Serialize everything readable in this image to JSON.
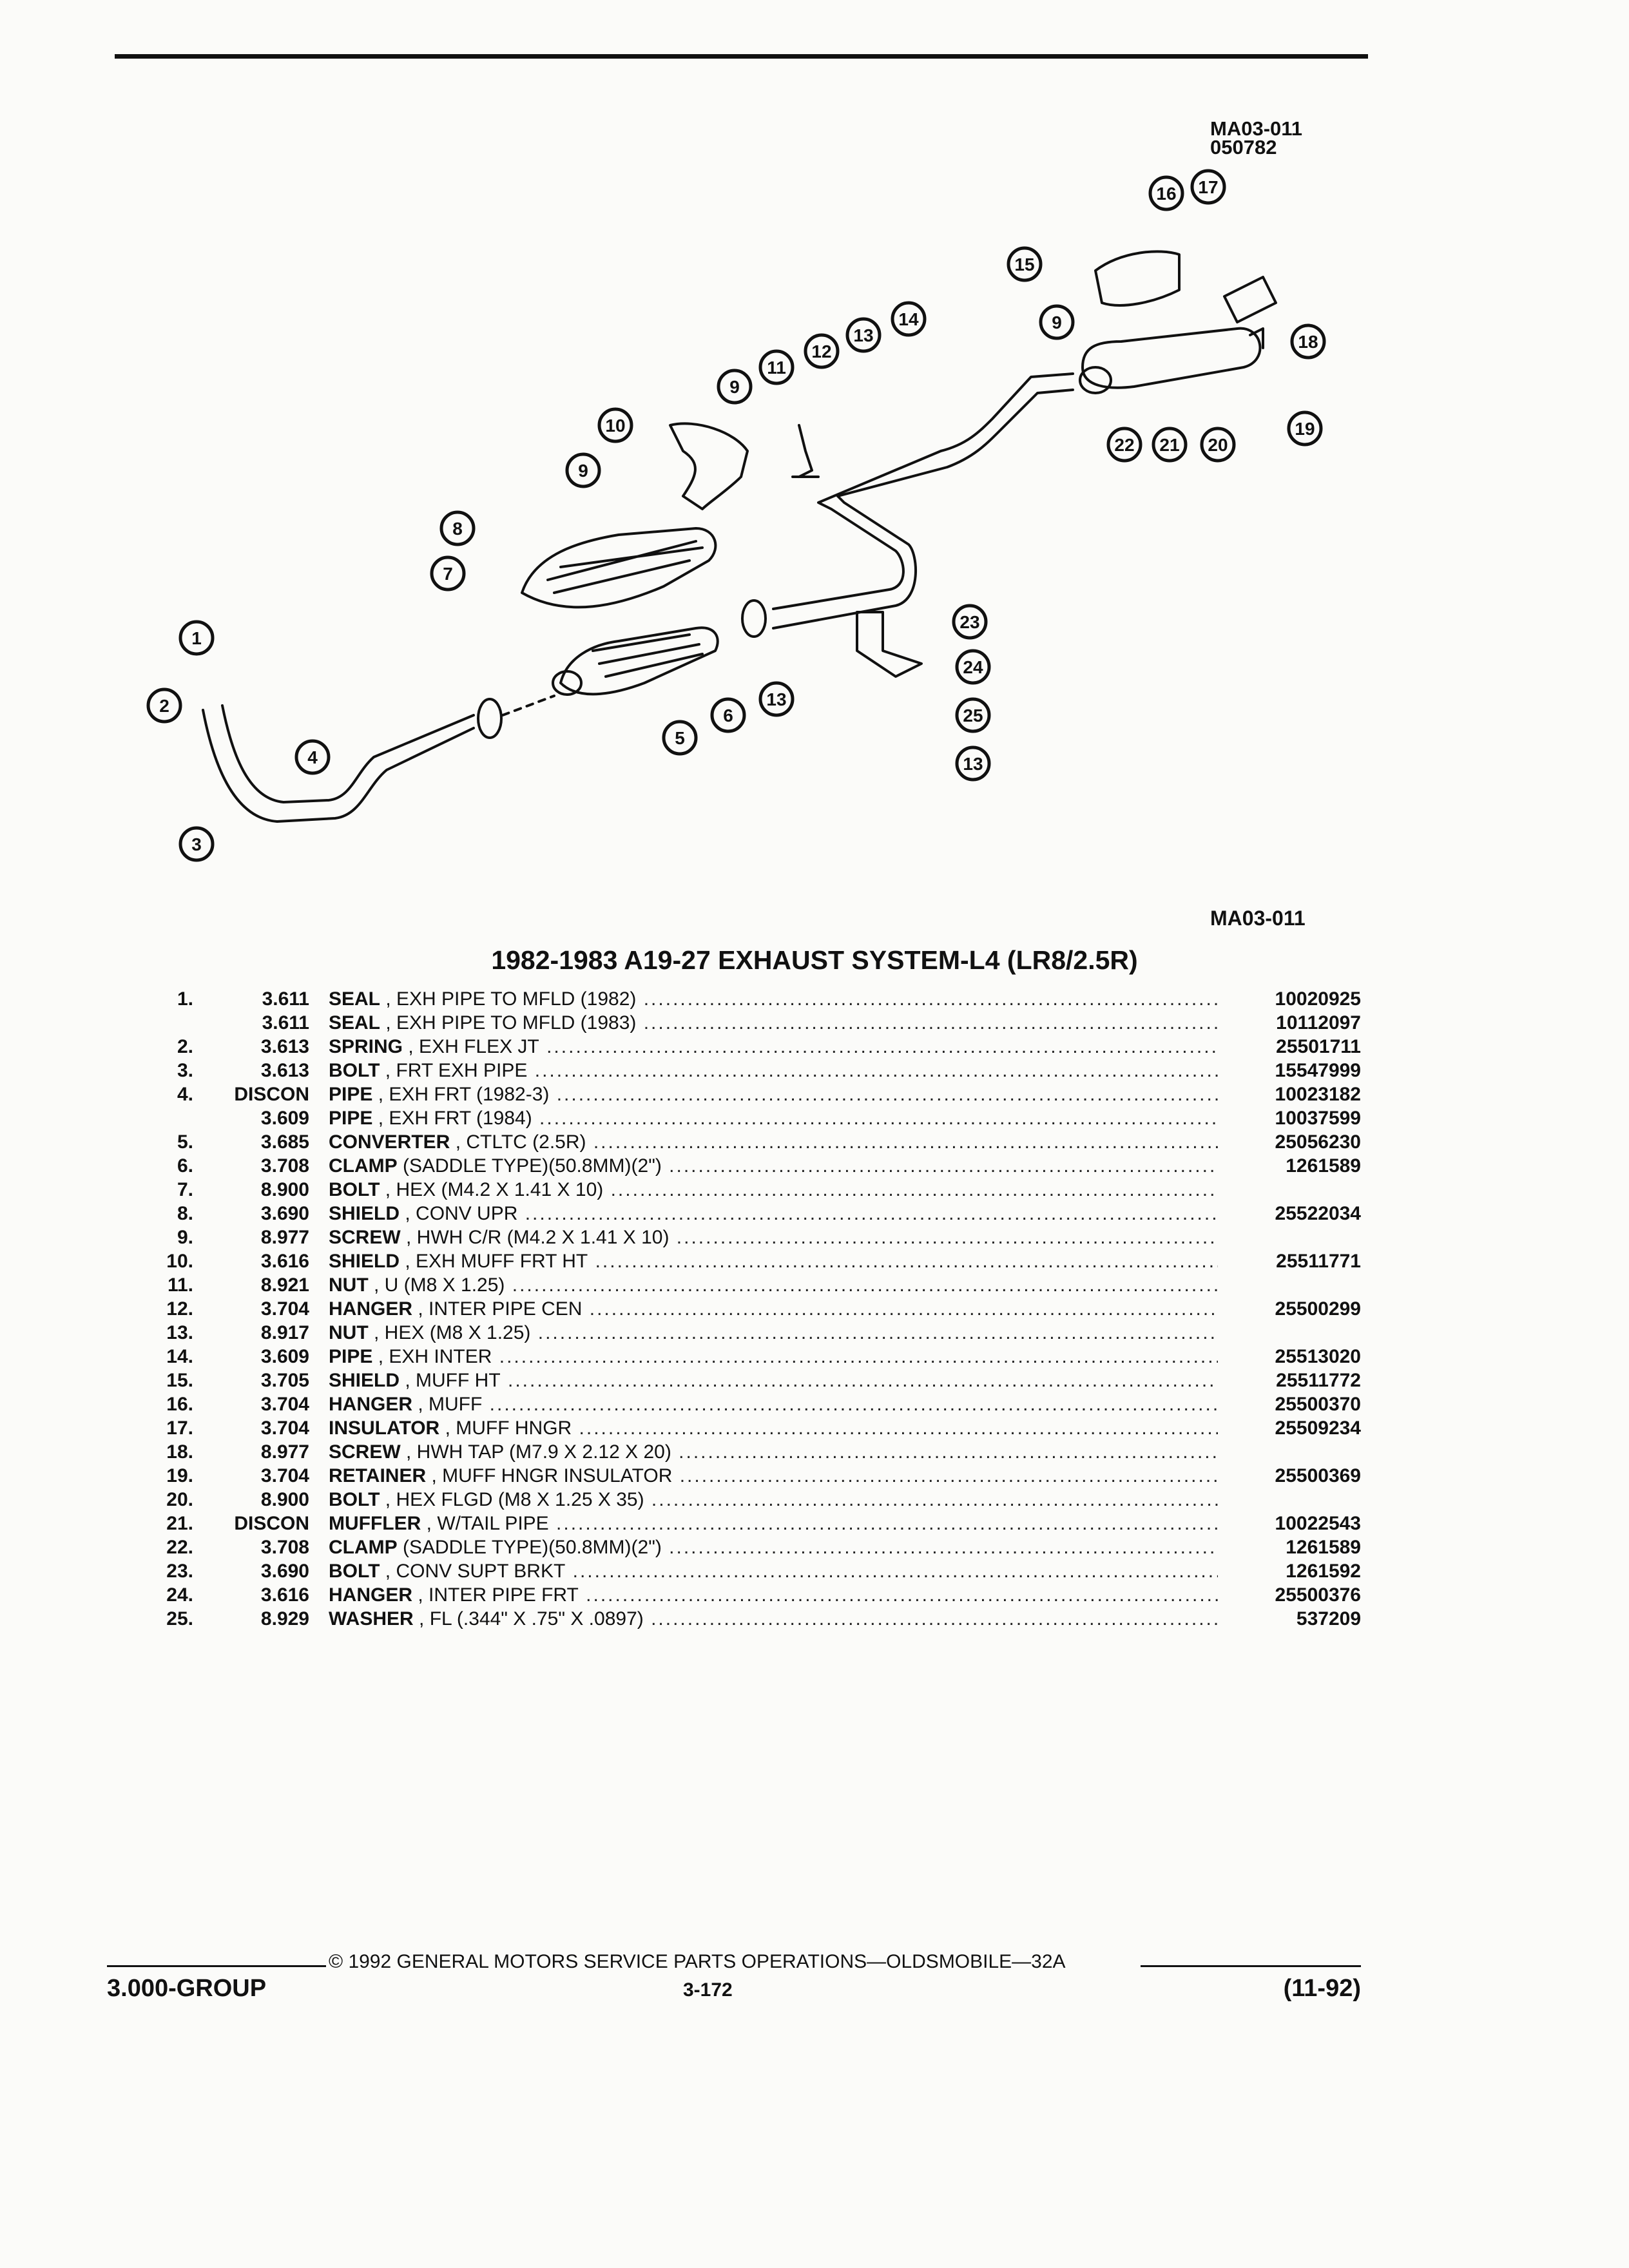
{
  "diagram": {
    "id_top_1": "MA03-011",
    "id_top_2": "050782",
    "id_bottom": "MA03-011",
    "callouts": [
      "1",
      "2",
      "3",
      "4",
      "5",
      "6",
      "7",
      "8",
      "9",
      "9",
      "9",
      "10",
      "11",
      "12",
      "13",
      "13",
      "13",
      "14",
      "15",
      "16",
      "17",
      "18",
      "19",
      "20",
      "21",
      "22",
      "23",
      "24",
      "25"
    ]
  },
  "title": "1982-1983 A19-27 EXHAUST SYSTEM-L4 (LR8/2.5R)",
  "parts": [
    {
      "num": "1.",
      "grp": "3.611",
      "name": "SEAL",
      "detail": ", EXH PIPE TO MFLD (1982)",
      "pn": "10020925"
    },
    {
      "num": "",
      "grp": "3.611",
      "name": "SEAL",
      "detail": ", EXH PIPE TO MFLD (1983)",
      "pn": "10112097"
    },
    {
      "num": "2.",
      "grp": "3.613",
      "name": "SPRING",
      "detail": ", EXH FLEX JT",
      "pn": "25501711"
    },
    {
      "num": "3.",
      "grp": "3.613",
      "name": "BOLT",
      "detail": ", FRT EXH PIPE",
      "pn": "15547999"
    },
    {
      "num": "4.",
      "grp": "DISCON",
      "name": "PIPE",
      "detail": ", EXH FRT (1982-3)",
      "pn": "10023182"
    },
    {
      "num": "",
      "grp": "3.609",
      "name": "PIPE",
      "detail": ", EXH FRT (1984)",
      "pn": "10037599"
    },
    {
      "num": "5.",
      "grp": "3.685",
      "name": "CONVERTER",
      "detail": ", CTLTC (2.5R)",
      "pn": "25056230"
    },
    {
      "num": "6.",
      "grp": "3.708",
      "name": "CLAMP",
      "detail": "(SADDLE TYPE)(50.8MM)(2\")",
      "pn": "1261589"
    },
    {
      "num": "7.",
      "grp": "8.900",
      "name": "BOLT",
      "detail": ", HEX (M4.2 X 1.41 X 10)",
      "pn": ""
    },
    {
      "num": "8.",
      "grp": "3.690",
      "name": "SHIELD",
      "detail": ", CONV UPR",
      "pn": "25522034"
    },
    {
      "num": "9.",
      "grp": "8.977",
      "name": "SCREW",
      "detail": ", HWH C/R (M4.2 X 1.41 X 10)",
      "pn": ""
    },
    {
      "num": "10.",
      "grp": "3.616",
      "name": "SHIELD",
      "detail": ", EXH MUFF FRT HT",
      "pn": "25511771"
    },
    {
      "num": "11.",
      "grp": "8.921",
      "name": "NUT",
      "detail": ", U (M8 X 1.25)",
      "pn": ""
    },
    {
      "num": "12.",
      "grp": "3.704",
      "name": "HANGER",
      "detail": ", INTER PIPE CEN",
      "pn": "25500299"
    },
    {
      "num": "13.",
      "grp": "8.917",
      "name": "NUT",
      "detail": ", HEX (M8 X 1.25)",
      "pn": ""
    },
    {
      "num": "14.",
      "grp": "3.609",
      "name": "PIPE",
      "detail": ", EXH INTER",
      "pn": "25513020"
    },
    {
      "num": "15.",
      "grp": "3.705",
      "name": "SHIELD",
      "detail": ", MUFF HT",
      "pn": "25511772"
    },
    {
      "num": "16.",
      "grp": "3.704",
      "name": "HANGER",
      "detail": ", MUFF",
      "pn": "25500370"
    },
    {
      "num": "17.",
      "grp": "3.704",
      "name": "INSULATOR",
      "detail": ", MUFF HNGR",
      "pn": "25509234"
    },
    {
      "num": "18.",
      "grp": "8.977",
      "name": "SCREW",
      "detail": ", HWH TAP (M7.9 X 2.12 X 20)",
      "pn": ""
    },
    {
      "num": "19.",
      "grp": "3.704",
      "name": "RETAINER",
      "detail": ", MUFF HNGR INSULATOR",
      "pn": "25500369"
    },
    {
      "num": "20.",
      "grp": "8.900",
      "name": "BOLT",
      "detail": ", HEX FLGD (M8 X 1.25 X 35)",
      "pn": ""
    },
    {
      "num": "21.",
      "grp": "DISCON",
      "name": "MUFFLER",
      "detail": ", W/TAIL PIPE",
      "pn": "10022543"
    },
    {
      "num": "22.",
      "grp": "3.708",
      "name": "CLAMP",
      "detail": "(SADDLE TYPE)(50.8MM)(2\")",
      "pn": "1261589"
    },
    {
      "num": "23.",
      "grp": "3.690",
      "name": "BOLT",
      "detail": ", CONV SUPT BRKT",
      "pn": "1261592"
    },
    {
      "num": "24.",
      "grp": "3.616",
      "name": "HANGER",
      "detail": ", INTER PIPE FRT",
      "pn": "25500376"
    },
    {
      "num": "25.",
      "grp": "8.929",
      "name": "WASHER",
      "detail": ", FL (.344\" X .75\" X .0897)",
      "pn": "537209"
    }
  ],
  "footer": {
    "group": "3.000-GROUP",
    "copyright": "© 1992 GENERAL MOTORS SERVICE PARTS OPERATIONS—OLDSMOBILE—32A",
    "page": "3-172",
    "date": "(11-92)"
  }
}
